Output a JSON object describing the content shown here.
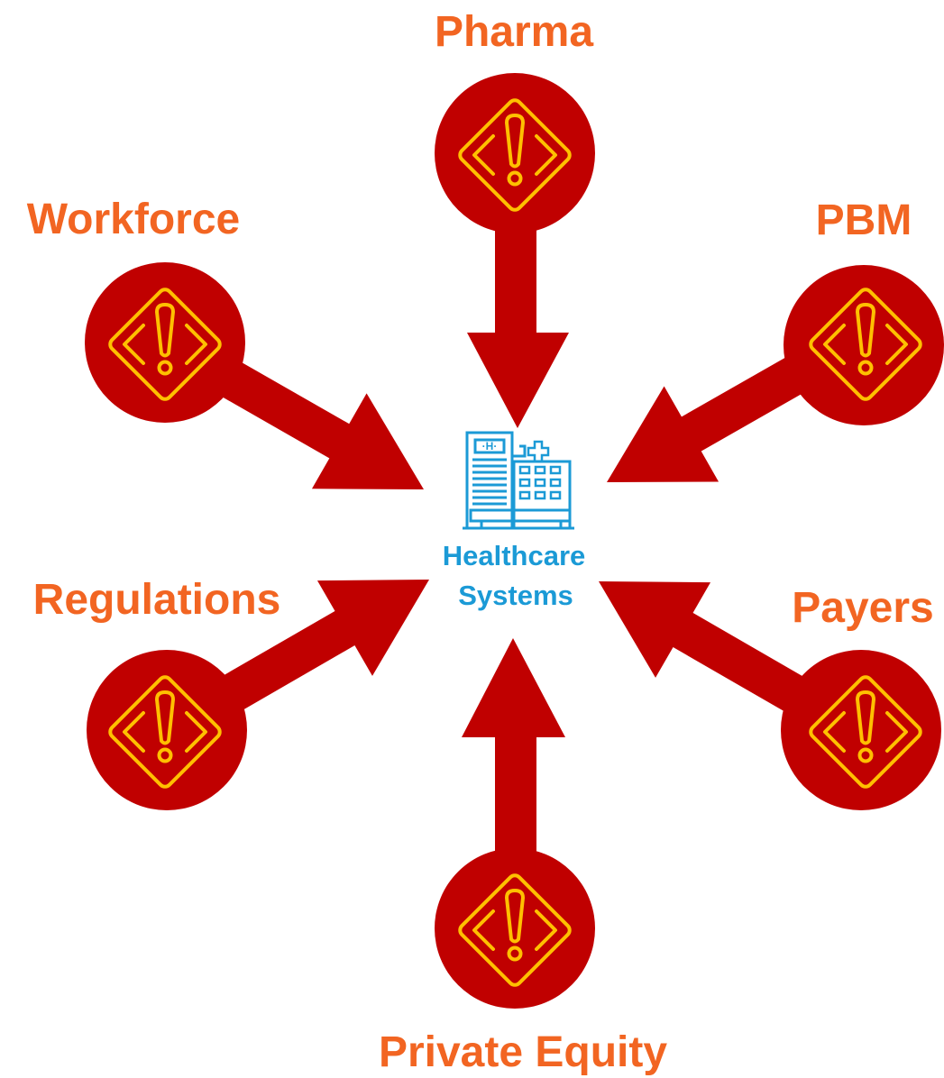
{
  "colors": {
    "arrow": "#c00000",
    "warning_icon": "#ffc000",
    "label": "#f26522",
    "center": "#1b9ad6",
    "background": "#ffffff"
  },
  "center": {
    "icon": "hospital-icon",
    "line1": "Healthcare",
    "line2": "Systems"
  },
  "pressures": [
    {
      "id": "pharma",
      "label": "Pharma",
      "icon": "warning-icon"
    },
    {
      "id": "pbm",
      "label": "PBM",
      "icon": "warning-icon"
    },
    {
      "id": "payers",
      "label": "Payers",
      "icon": "warning-icon"
    },
    {
      "id": "private-equity",
      "label": "Private Equity",
      "icon": "warning-icon"
    },
    {
      "id": "regulations",
      "label": "Regulations",
      "icon": "warning-icon"
    },
    {
      "id": "workforce",
      "label": "Workforce",
      "icon": "warning-icon"
    }
  ]
}
